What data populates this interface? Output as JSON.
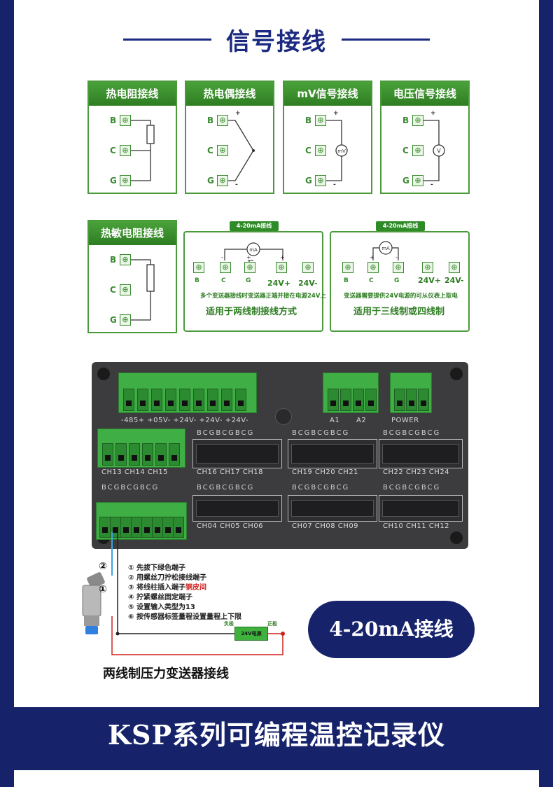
{
  "section_title": "信号接线",
  "cards": [
    {
      "title": "热电阻接线"
    },
    {
      "title": "热电偶接线"
    },
    {
      "title": "mV信号接线"
    },
    {
      "title": "电压信号接线"
    },
    {
      "title": "热敏电阻接线"
    }
  ],
  "terminal_labels": {
    "b": "B",
    "c": "C",
    "g": "G",
    "plus": "+",
    "minus": "-"
  },
  "twowire": {
    "tag": "4-20mA接线",
    "meter": "mA",
    "v_plus": "24V+",
    "v_minus": "24V-",
    "note": "多个变送器接线时变送器正端并接在电源24V上",
    "footer": "适用于两线制接线方式"
  },
  "threewire": {
    "tag": "4-20mA接线",
    "meter": "mA",
    "v_plus": "24V+",
    "v_minus": "24V-",
    "note": "变送器需要提供24V电源的可从仪表上取电",
    "footer": "适用于三线制或四线制"
  },
  "device": {
    "top_conn_label": "-485+ +05V- +24V- +24V- +24V-",
    "a1": "A1",
    "a2": "A2",
    "power": "POWER",
    "bcg": "BCGBCGBCG",
    "ch_row1": [
      "CH13 CH14 CH15",
      "CH16 CH17 CH18",
      "CH19 CH20 CH21",
      "CH22 CH23 CH24"
    ],
    "ch_row2": [
      "CH04 CH05 CH06",
      "CH07 CH08 CH09",
      "CH10 CH11 CH12"
    ]
  },
  "steps": [
    {
      "num": "①",
      "text": "先拔下绿色端子",
      "hl": ""
    },
    {
      "num": "②",
      "text": "用螺丝刀拧松接线端子",
      "hl": ""
    },
    {
      "num": "③",
      "text": "将线柱插入端子",
      "hl": "铜皮间"
    },
    {
      "num": "④",
      "text": "拧紧螺丝固定端子",
      "hl": ""
    },
    {
      "num": "⑤",
      "text": "设置输入类型为13",
      "hl": ""
    },
    {
      "num": "⑥",
      "text": "按传感器标签量程设置量程上下限",
      "hl": ""
    }
  ],
  "markers": {
    "one": "①",
    "two": "②"
  },
  "psu": {
    "label": "24V电源",
    "neg": "负极",
    "pos": "正极"
  },
  "pill": "4-20mA接线",
  "caption": "两线制压力变送器接线",
  "banner": "KSP系列可编程温控记录仪",
  "colors": {
    "navy": "#16236b",
    "green": "#3a8a30",
    "red": "#d0201c"
  }
}
